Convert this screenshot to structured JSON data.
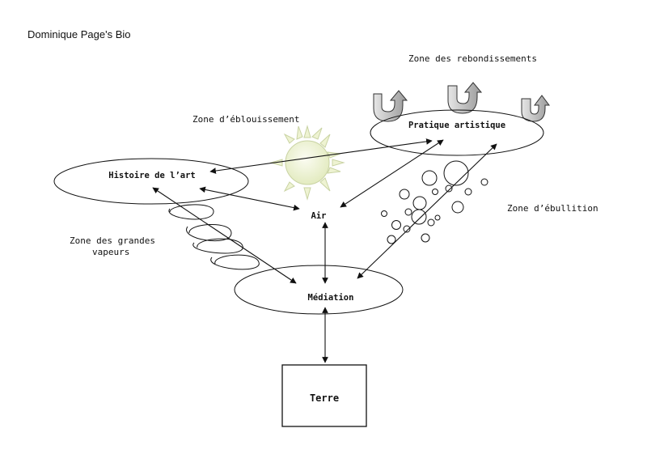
{
  "title": "Dominique Page's Bio",
  "zones": {
    "rebondissements": "Zone des rebondissements",
    "eblouissement": "Zone d’éblouissement",
    "ebullition": "Zone d’ébullition",
    "vapeurs_line1": "Zone des grandes",
    "vapeurs_line2": "vapeurs"
  },
  "nodes": {
    "pratique": "Pratique artistique",
    "histoire": "Histoire de l’art",
    "air": "Air",
    "mediation": "Médiation",
    "terre": "Terre"
  },
  "colors": {
    "sun_fill": "#eef3d2",
    "sun_stroke": "#c9d3a3",
    "arrow_fill": "#c8c8c8",
    "ink": "#111111"
  },
  "icons": [
    "sun-icon",
    "rebound-arrow-icon",
    "bubble-icon",
    "vapour-spiral-icon"
  ]
}
